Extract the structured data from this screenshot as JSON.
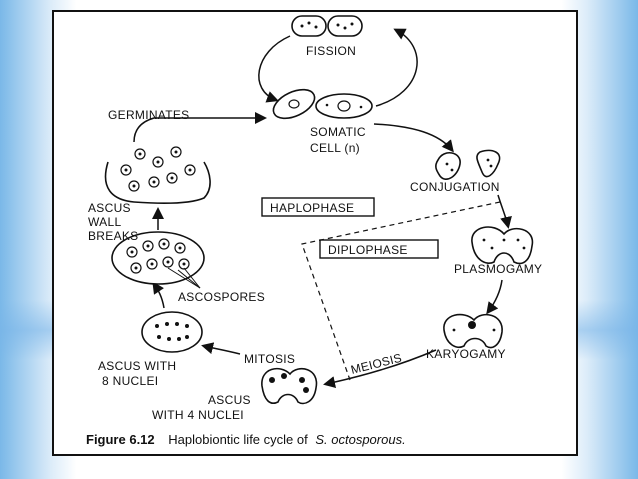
{
  "labels": {
    "fission": "FISSION",
    "somatic": "SOMATIC",
    "cell_n": "CELL (n)",
    "conjugation": "CONJUGATION",
    "plasmogamy": "PLASMOGAMY",
    "karyogamy": "KARYOGAMY",
    "meiosis": "MEIOSIS",
    "mitosis": "MITOSIS",
    "ascus_4": "ASCUS",
    "ascus_4b": "WITH 4 NUCLEI",
    "ascus_8": "ASCUS WITH",
    "ascus_8b": "8 NUCLEI",
    "ascospores": "ASCOSPORES",
    "ascus_wall1": "ASCUS",
    "ascus_wall2": "WALL",
    "ascus_wall3": "BREAKS",
    "germinates": "GERMINATES",
    "haplophase": "HAPLOPHASE",
    "diplophase": "DIPLOPHASE"
  },
  "caption": {
    "prefix": "Figure 6.12",
    "text": "Haplobiontic life cycle of",
    "species": "S. octosporous."
  }
}
